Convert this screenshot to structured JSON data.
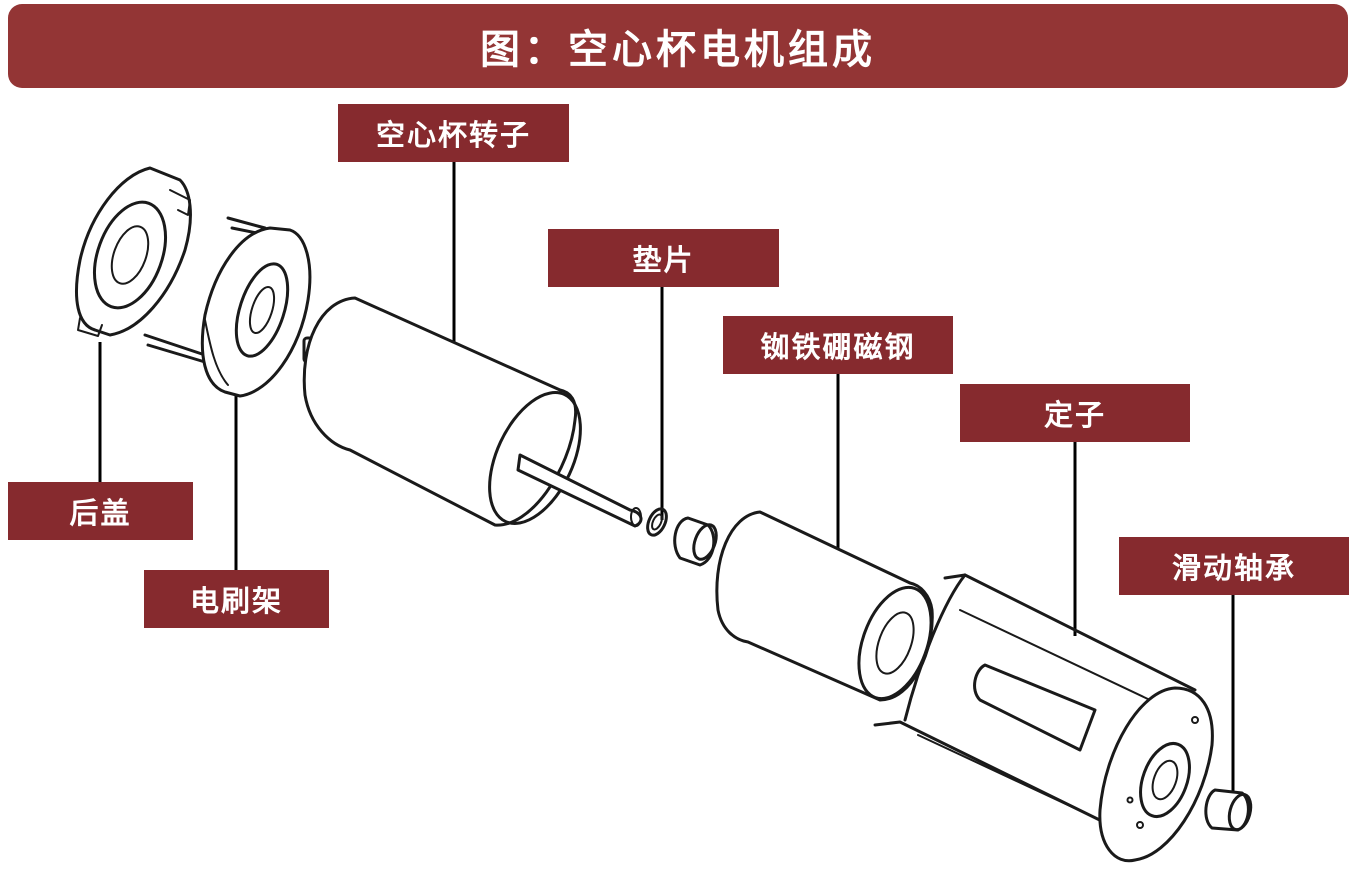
{
  "title": "图：空心杯电机组成",
  "labels": {
    "rear_cover": "后盖",
    "brush_holder": "电刷架",
    "cup_rotor": "空心杯转子",
    "washer": "垫片",
    "ndfeb_magnet": "铷铁硼磁钢",
    "stator": "定子",
    "sliding_bearing": "滑动轴承"
  },
  "colors": {
    "title_bar": "#933535",
    "label_box": "#862a2e",
    "text": "#ffffff",
    "ink": "#1a1a1a"
  }
}
